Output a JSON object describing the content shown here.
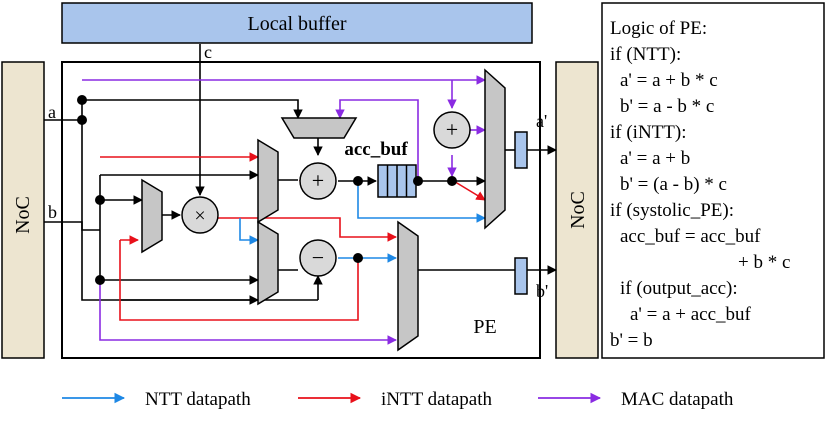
{
  "blocks": {
    "local_buffer": "Local buffer",
    "noc_left": "NoC",
    "noc_right": "NoC",
    "pe": "PE",
    "acc_buf": "acc_buf"
  },
  "ports": {
    "a": "a",
    "b": "b",
    "c": "c",
    "a_out": "a'",
    "b_out": "b'"
  },
  "operators": {
    "multiply": "×",
    "add_main": "+",
    "subtract": "−",
    "add_top": "+"
  },
  "logic_lines": [
    "Logic of PE:",
    "if (NTT):",
    "a' = a + b * c",
    "b' = a - b * c",
    "if (iNTT):",
    "a' = a + b",
    "b' = (a - b) * c",
    "if (systolic_PE):",
    "acc_buf = acc_buf",
    "+ b * c",
    "if (output_acc):",
    "a' = a + acc_buf",
    "b' = b"
  ],
  "legend": [
    {
      "label": "NTT datapath",
      "color": "#1e88e5"
    },
    {
      "label": "iNTT datapath",
      "color": "#e8101a"
    },
    {
      "label": "MAC datapath",
      "color": "#8a2be2"
    }
  ],
  "colors": {
    "local_buffer_fill": "#a9c5ec",
    "noc_fill": "#ede5d0",
    "mux_fill": "#c6c6c6",
    "register_fill": "#a9c5ec"
  }
}
